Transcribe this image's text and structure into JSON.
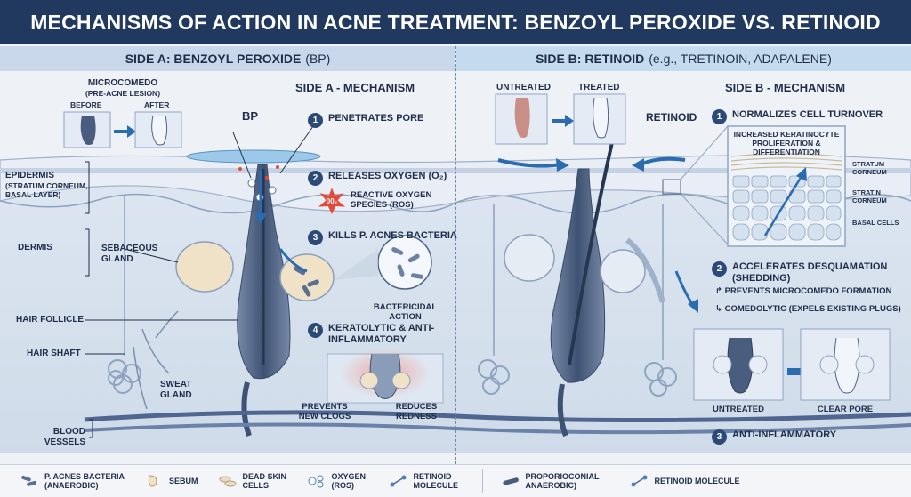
{
  "title": "MECHANISMS OF ACTION IN ACNE TREATMENT: BENZOYL PEROXIDE VS. RETINOID",
  "side_a": {
    "header_bold": "SIDE A: BENZOYL PEROXIDE",
    "header_rest": "(BP)",
    "mechanism_title": "SIDE A - MECHANISM",
    "microcomedo_title": "MICROCOMEDO",
    "microcomedo_sub": "(PRE-ACNE LESION)",
    "before": "BEFORE",
    "after": "AFTER",
    "bp_label": "BP",
    "anatomy": {
      "epidermis": "EPIDERMIS",
      "epidermis_sub": "(STRATUM CORNEUM, BASAL LAYER)",
      "dermis": "DERMIS",
      "sebaceous_gland": "SEBACEOUS GLAND",
      "hair_follicle": "HAIR FOLLICLE",
      "hair_shaft": "HAIR SHAFT",
      "sweat_gland": "SWEAT GLAND",
      "blood_vessels": "BLOOD VESSELS"
    },
    "steps": [
      {
        "num": "1",
        "text": "PENETRATES PORE"
      },
      {
        "num": "2",
        "text": "RELEASES OXYGEN (O₂)"
      },
      {
        "num": "3",
        "text": "KILLS P. ACNES BACTERIA"
      },
      {
        "num": "4",
        "text": "KERATOLYTIC & ANTI-INFLAMMATORY"
      }
    ],
    "ros_badge": "00₂",
    "ros_label": "REACTIVE OXYGEN SPECIES (ROS)",
    "bactericidal": "BACTERICIDAL ACTION",
    "prevents_clogs": "PREVENTS NEW CLOGS",
    "reduces_redness": "REDUCES REDNESS"
  },
  "side_b": {
    "header_bold": "SIDE B: RETINOID",
    "header_rest": "(e.g., TRETINOIN, ADAPALENE)",
    "mechanism_title": "SIDE B - MECHANISM",
    "untreated_top": "UNTREATED",
    "treated_top": "TREATED",
    "retinoid_label": "RETINOID",
    "steps": [
      {
        "num": "1",
        "text": "NORMALIZES CELL TURNOVER"
      },
      {
        "num": "2",
        "text": "ACCELERATES DESQUAMATION (SHEDDING)"
      },
      {
        "num": "3",
        "text": "ANTI-INFLAMMATORY"
      }
    ],
    "inset_title": "INCREASED KERATINOCYTE PROLIFERATION & DIFFERENTIATION",
    "inset_layers": [
      "STRATUM CORNEUM",
      "STRATIN CORNEUM",
      "BASAL CELLS"
    ],
    "sub_bullets": [
      "PREVENTS MICROCOMEDO FORMATION",
      "COMEDOLYTIC (EXPELS EXISTING PLUGS)"
    ],
    "untreated_bottom": "UNTREATED",
    "clear_pore": "CLEAR PORE"
  },
  "legend": [
    {
      "icon": "bacteria-icon",
      "label": "P. ACNES BACTERIA (ANAEROBIC)"
    },
    {
      "icon": "sebum-icon",
      "label": "SEBUM"
    },
    {
      "icon": "dead-skin-cells-icon",
      "label": "DEAD SKIN CELLS"
    },
    {
      "icon": "oxygen-icon",
      "label": "OXYGEN (ROS)"
    },
    {
      "icon": "retinoid-molecule-icon",
      "label": "RETINOID MOLECULE"
    },
    {
      "icon": "proporioconial-icon",
      "label": "PROPORIOCONIAL ANAEROBIC)"
    },
    {
      "icon": "retinoid-molecule-icon",
      "label": "RETINOID MOLECULE"
    }
  ],
  "colors": {
    "title_bg": "#21395f",
    "accent": "#2b6cb0",
    "skin": "#dfe7f2",
    "follicle": "#4a5d7e",
    "sebum": "#efe2c6",
    "ros": "#e24b3b"
  }
}
